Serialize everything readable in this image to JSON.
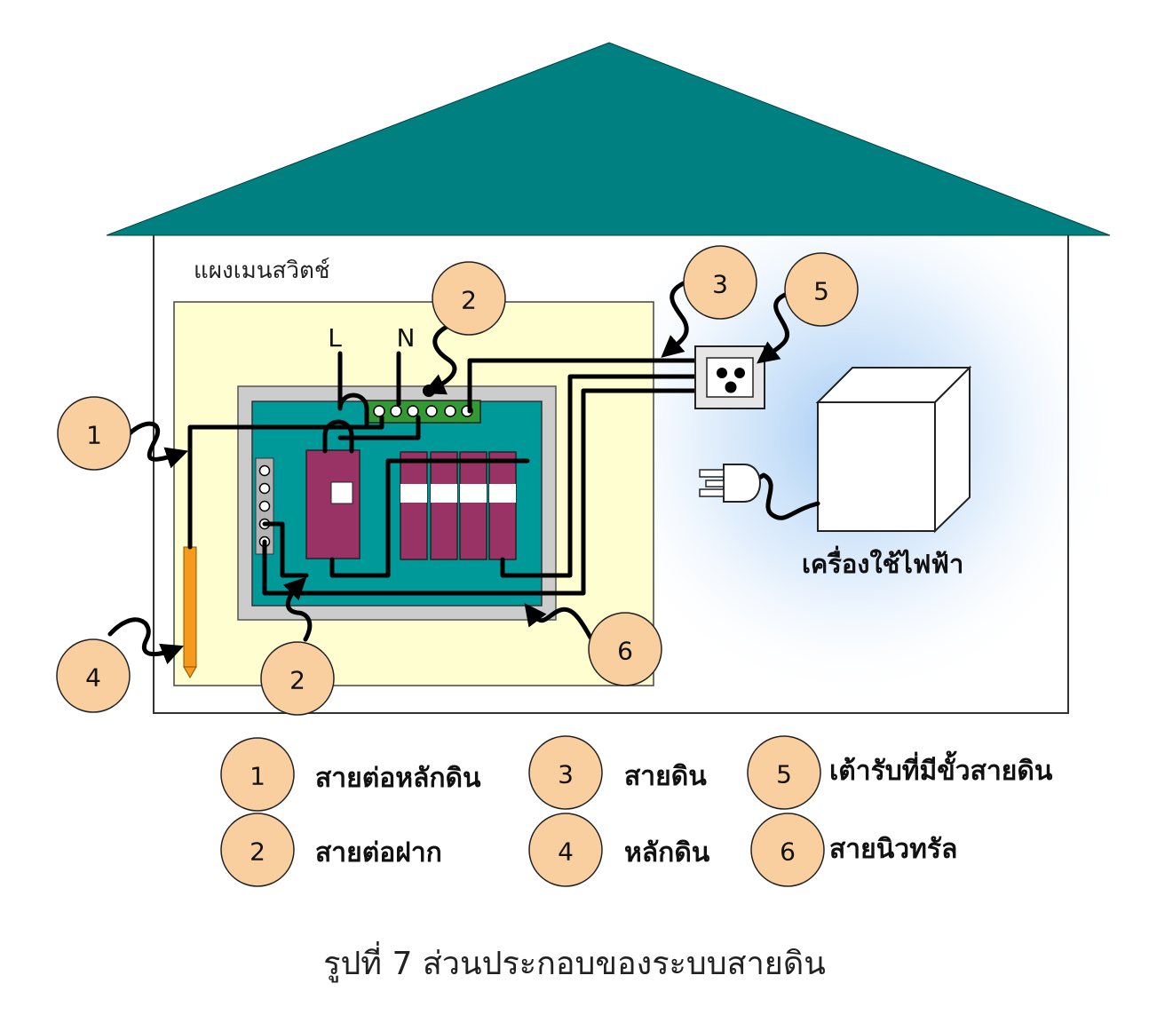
{
  "panel_title": "แผงเมนสวิตช์",
  "line_label": "L",
  "neutral_label": "N",
  "appliance_label": "เครื่องใช้ไฟฟ้า",
  "callouts": {
    "c1": "1",
    "c2_top": "2",
    "c2_bottom": "2",
    "c3": "3",
    "c4": "4",
    "c5": "5",
    "c6": "6"
  },
  "legend": [
    {
      "number": "1",
      "text": "สายต่อหลักดิน"
    },
    {
      "number": "2",
      "text": "สายต่อฝาก"
    },
    {
      "number": "3",
      "text": "สายดิน"
    },
    {
      "number": "4",
      "text": "หลักดิน"
    },
    {
      "number": "5",
      "text": "เต้ารับที่มีขั้วสายดิน"
    },
    {
      "number": "6",
      "text": "สายนิวทรัล"
    }
  ],
  "caption": "รูปที่ 7 ส่วนประกอบของระบบสายดิน",
  "colors": {
    "roof": "#008080",
    "panel_bg": "#fefed0",
    "board_frame": "#cccccc",
    "board_inner": "#00999a",
    "breaker": "#993366",
    "terminal_bar": "#339933",
    "ground_rod": "#f59a1a",
    "callout_fill": "#f9cf9f",
    "glow": "#a9d0f5"
  }
}
